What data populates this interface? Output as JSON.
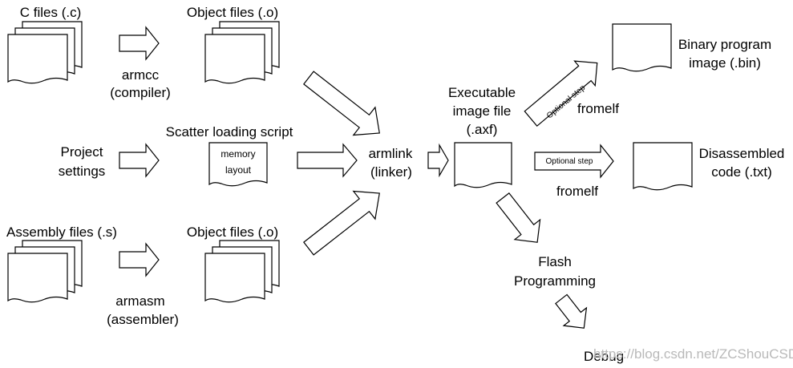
{
  "labels": {
    "c_files": "C files (.c)",
    "object_files_top": "Object files (.o)",
    "armcc": "armcc",
    "compiler": "(compiler)",
    "project": "Project",
    "settings": "settings",
    "scatter_title": "Scatter loading script",
    "memory": "memory",
    "layout": "layout",
    "assembly_files": "Assembly files (.s)",
    "object_files_bottom": "Object files (.o)",
    "armasm": "armasm",
    "assembler": "(assembler)",
    "armlink": "armlink",
    "linker": "(linker)",
    "executable_1": "Executable",
    "executable_2": "image file",
    "executable_3": "(.axf)",
    "optional_step_rotated": "Optional step",
    "fromelf_top": "fromelf",
    "binary_1": "Binary program",
    "binary_2": "image (.bin)",
    "optional_step_horizontal": "Optional step",
    "fromelf_bottom": "fromelf",
    "disasm_1": "Disassembled",
    "disasm_2": "code (.txt)",
    "flash_1": "Flash",
    "flash_2": "Programming",
    "debug": "Debug"
  },
  "watermark": "https://blog.csdn.net/ZCShouCSDN",
  "colors": {
    "stroke": "#000000",
    "fill": "#ffffff",
    "text": "#000000",
    "watermark": "#b9b9b9"
  }
}
